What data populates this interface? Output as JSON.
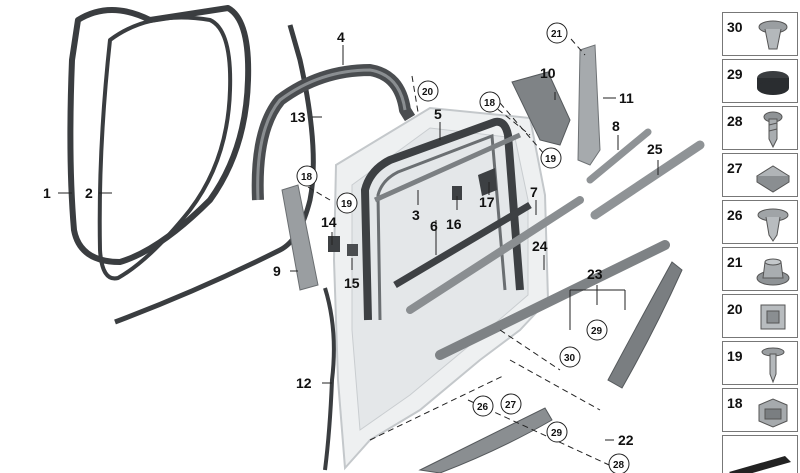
{
  "diagram": {
    "callouts": [
      {
        "id": "1",
        "text": "1"
      },
      {
        "id": "2",
        "text": "2"
      },
      {
        "id": "3",
        "text": "3"
      },
      {
        "id": "4",
        "text": "4"
      },
      {
        "id": "5",
        "text": "5"
      },
      {
        "id": "6",
        "text": "6"
      },
      {
        "id": "7",
        "text": "7"
      },
      {
        "id": "8",
        "text": "8"
      },
      {
        "id": "9",
        "text": "9"
      },
      {
        "id": "10",
        "text": "10"
      },
      {
        "id": "11",
        "text": "11"
      },
      {
        "id": "12",
        "text": "12"
      },
      {
        "id": "13",
        "text": "13"
      },
      {
        "id": "14",
        "text": "14"
      },
      {
        "id": "15",
        "text": "15"
      },
      {
        "id": "16",
        "text": "16"
      },
      {
        "id": "17",
        "text": "17"
      },
      {
        "id": "22",
        "text": "22"
      },
      {
        "id": "23",
        "text": "23"
      },
      {
        "id": "24",
        "text": "24"
      },
      {
        "id": "25",
        "text": "25"
      }
    ],
    "circled": [
      {
        "id": "c21",
        "text": "21"
      },
      {
        "id": "c20",
        "text": "20"
      },
      {
        "id": "c18a",
        "text": "18"
      },
      {
        "id": "c19a",
        "text": "19"
      },
      {
        "id": "c18b",
        "text": "18"
      },
      {
        "id": "c19b",
        "text": "19"
      },
      {
        "id": "c29a",
        "text": "29"
      },
      {
        "id": "c30",
        "text": "30"
      },
      {
        "id": "c26",
        "text": "26"
      },
      {
        "id": "c27",
        "text": "27"
      },
      {
        "id": "c29b",
        "text": "29"
      },
      {
        "id": "c28",
        "text": "28"
      }
    ]
  },
  "parts_panel": [
    {
      "number": "30",
      "icon": "push-clip-icon"
    },
    {
      "number": "29",
      "icon": "rubber-plug-icon"
    },
    {
      "number": "28",
      "icon": "screw-icon"
    },
    {
      "number": "27",
      "icon": "clip-nut-icon"
    },
    {
      "number": "26",
      "icon": "expanding-rivet-icon"
    },
    {
      "number": "21",
      "icon": "hex-nut-icon"
    },
    {
      "number": "20",
      "icon": "square-clip-icon"
    },
    {
      "number": "19",
      "icon": "tapping-screw-icon"
    },
    {
      "number": "18",
      "icon": "spring-clip-icon"
    },
    {
      "number": "",
      "icon": "reference-plate-icon"
    }
  ]
}
